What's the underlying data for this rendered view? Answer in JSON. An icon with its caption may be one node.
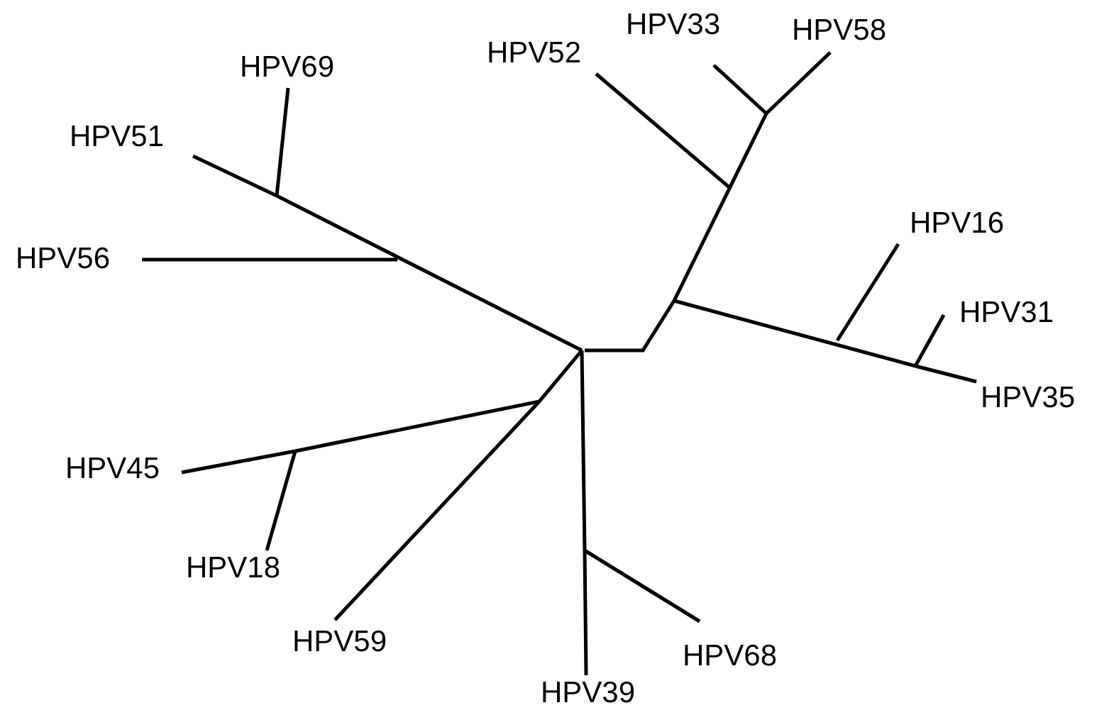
{
  "diagram": {
    "nodes": [
      {
        "text": [
          "HPV33"
        ]
      },
      {
        "text": [
          "HPV58"
        ]
      },
      {
        "text": [
          "HPV52"
        ]
      },
      {
        "text": [
          "HPV69"
        ]
      },
      {
        "text": [
          "HPV51"
        ]
      },
      {
        "text": [
          "HPV16"
        ]
      },
      {
        "text": [
          "HPV56"
        ]
      },
      {
        "text": [
          "HPV31"
        ]
      },
      {
        "text": [
          "HPV35"
        ]
      },
      {
        "text": [
          "HPV45"
        ]
      },
      {
        "text": [
          "HPV18"
        ]
      },
      {
        "text": [
          "HPV59"
        ]
      },
      {
        "text": [
          "HPV68"
        ]
      },
      {
        "text": [
          "HPV39"
        ]
      }
    ],
    "edges": [
      {
        "from": null,
        "to": 0,
        "arrow": "none"
      },
      {
        "from": null,
        "to": 1,
        "arrow": "none"
      },
      {
        "from": null,
        "to": 2,
        "arrow": "none"
      },
      {
        "from": null,
        "to": 3,
        "arrow": "none"
      },
      {
        "from": null,
        "to": 4,
        "arrow": "none"
      },
      {
        "from": null,
        "to": 5,
        "arrow": "none"
      },
      {
        "from": null,
        "to": 6,
        "arrow": "none"
      },
      {
        "from": null,
        "to": 7,
        "arrow": "none"
      },
      {
        "from": null,
        "to": 8,
        "arrow": "none"
      },
      {
        "from": null,
        "to": 9,
        "arrow": "none"
      },
      {
        "from": null,
        "to": 10,
        "arrow": "none"
      },
      {
        "from": null,
        "to": 11,
        "arrow": "none"
      },
      {
        "from": null,
        "to": 12,
        "arrow": "none"
      },
      {
        "from": null,
        "to": 13,
        "arrow": "none"
      }
    ]
  }
}
